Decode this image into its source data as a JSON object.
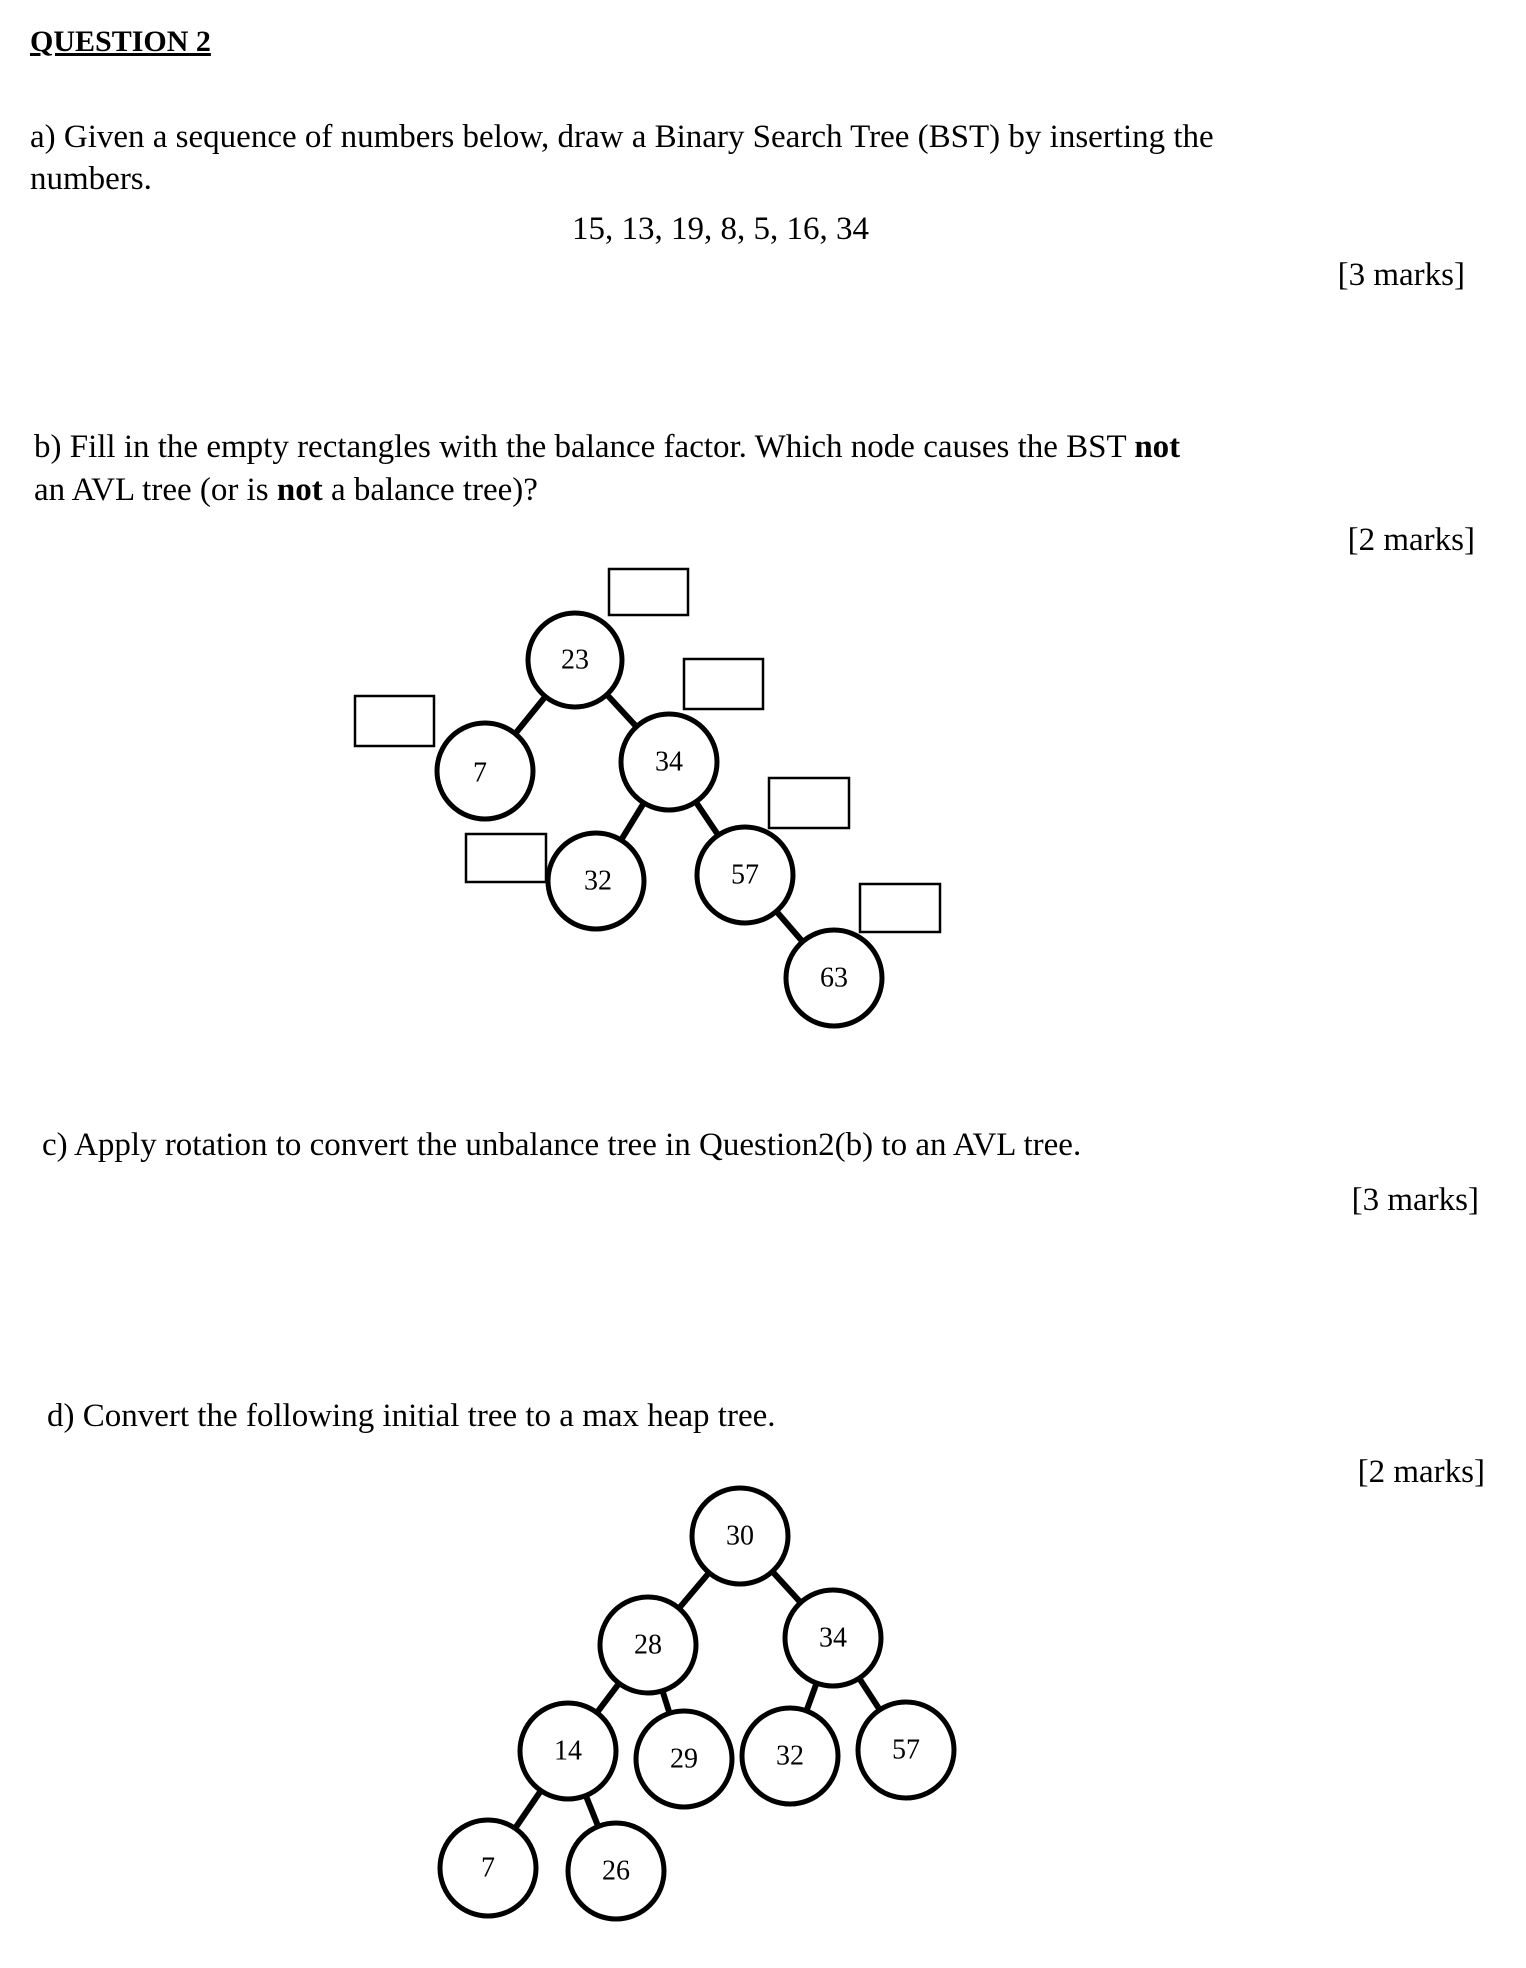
{
  "title": "QUESTION 2",
  "part_a": {
    "line1": "a) Given a sequence of numbers below, draw a Binary Search Tree (BST) by inserting the",
    "line2": "numbers.",
    "sequence": "15, 13, 19, 8, 5, 16, 34",
    "marks": "[3 marks]"
  },
  "part_b": {
    "line1_pre": "b) Fill in the empty rectangles with the balance factor. Which node causes the BST ",
    "line1_bold": "not",
    "line2_pre": "an AVL tree (or is ",
    "line2_bold": "not",
    "line2_post": " a balance tree)?",
    "marks": "[2 marks]",
    "tree": {
      "nodes": [
        "23",
        "7",
        "34",
        "32",
        "57",
        "63"
      ]
    }
  },
  "part_c": {
    "text": "c) Apply rotation to convert the unbalance tree in Question2(b) to an AVL tree.",
    "marks": "[3 marks]"
  },
  "part_d": {
    "text": "d) Convert the following initial tree to a max heap tree.",
    "marks": "[2 marks]",
    "tree": {
      "nodes": [
        "30",
        "28",
        "34",
        "14",
        "29",
        "32",
        "57",
        "7",
        "26"
      ]
    }
  }
}
